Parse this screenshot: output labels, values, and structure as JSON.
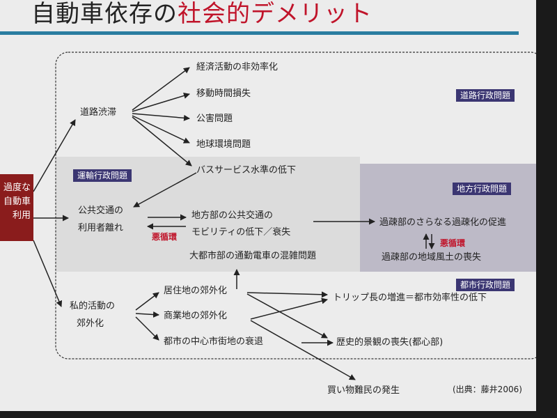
{
  "title": {
    "prefix": "自動車依存の",
    "highlight": "社会的デメリット"
  },
  "left_box": [
    "過度な",
    "自動車",
    "利用"
  ],
  "tags": {
    "road": "道路行政問題",
    "transport": "運輸行政問題",
    "local": "地方行政問題",
    "urban": "都市行政問題"
  },
  "nodes": {
    "congestion": "道路渋滞",
    "econ": "経済活動の非効率化",
    "time": "移動時間損失",
    "pollution": "公害問題",
    "global": "地球環境問題",
    "bus": "バスサービス水準の低下",
    "pt_users_1": "公共交通の",
    "pt_users_2": "利用者離れ",
    "rural_pt_1": "地方部の公共交通の",
    "rural_pt_2": "モビリティの低下／衰失",
    "metro": "大都市部の通勤電車の混雑問題",
    "depop": "過疎部のさらなる過疎化の促進",
    "depop_culture": "過疎部の地域風土の喪失",
    "private_1": "私的活動の",
    "private_2": "郊外化",
    "residential": "居住地の郊外化",
    "commercial": "商業地の郊外化",
    "downtown": "都市の中心市街地の衰退",
    "trip": "トリップ長の増進＝都市効率性の低下",
    "scenery": "歴史的景観の喪失(都心部)",
    "shopping": "買い物難民の発生"
  },
  "vicious_cycle": "悪循環",
  "credit": "(出典：藤井2006)"
}
